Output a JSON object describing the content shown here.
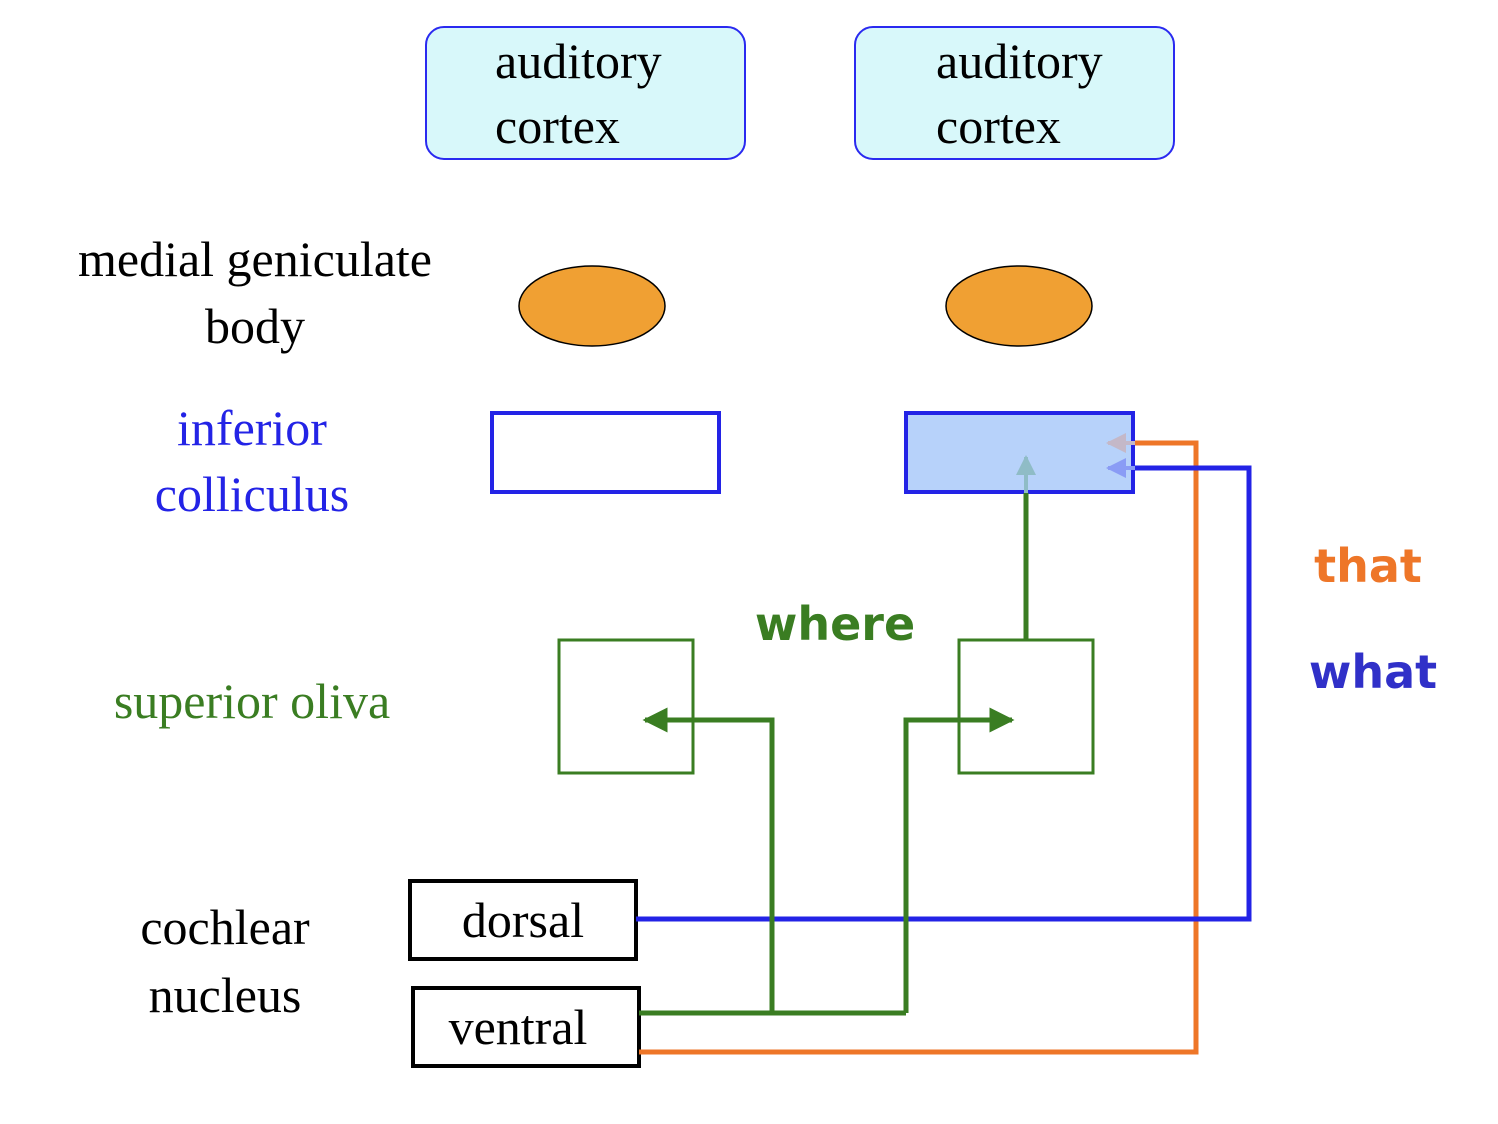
{
  "title": "Auditory pathway: what / where / that",
  "colors": {
    "cortex_fill": "#d8f8fa",
    "cortex_stroke": "#2a2af0",
    "mgb_fill": "#f0a033",
    "ic_stroke": "#2323e6",
    "ic_active_fill": "#b7d2fa",
    "oliva_stroke": "#3a7d22",
    "where_color": "#3a7d22",
    "what_color": "#2323e6",
    "that_color": "#ee7628",
    "black": "#000000"
  },
  "labels": {
    "medial_geniculate": [
      "medial geniculate",
      "body"
    ],
    "inferior_colliculus": [
      "inferior",
      "colliculus"
    ],
    "superior_oliva": "superior oliva",
    "cochlear_nucleus": [
      "cochlear",
      "nucleus"
    ]
  },
  "nodes": {
    "cortex_left": [
      "auditory",
      "cortex"
    ],
    "cortex_right": [
      "auditory",
      "cortex"
    ],
    "dorsal": "dorsal",
    "ventral": "ventral"
  },
  "pathways": {
    "where": "where",
    "that": "that",
    "what": "what"
  }
}
